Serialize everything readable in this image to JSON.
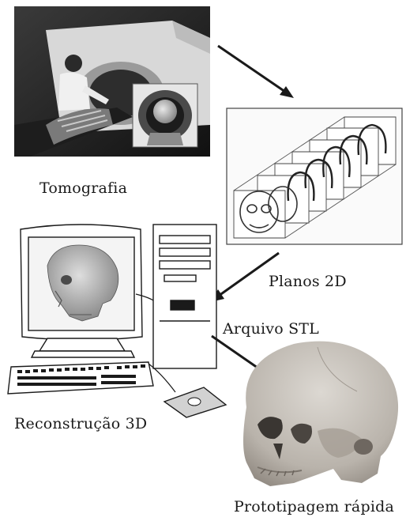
{
  "diagram": {
    "steps": {
      "tomography": {
        "label": "Tomografia",
        "icon": "ct-scanner-photo-icon"
      },
      "planes": {
        "label": "Planos 2D",
        "icon": "stacked-slices-icon"
      },
      "reconstruction": {
        "label": "Reconstrução 3D",
        "icon": "computer-workstation-icon"
      },
      "stl_file": {
        "label": "Arquivo STL"
      },
      "prototyping": {
        "label": "Prototipagem rápida",
        "icon": "skull-model-icon"
      }
    },
    "colors": {
      "line": "#1a1a1a",
      "photo_dark": "#2a2a2a",
      "skull": "#c9c4bd"
    }
  }
}
